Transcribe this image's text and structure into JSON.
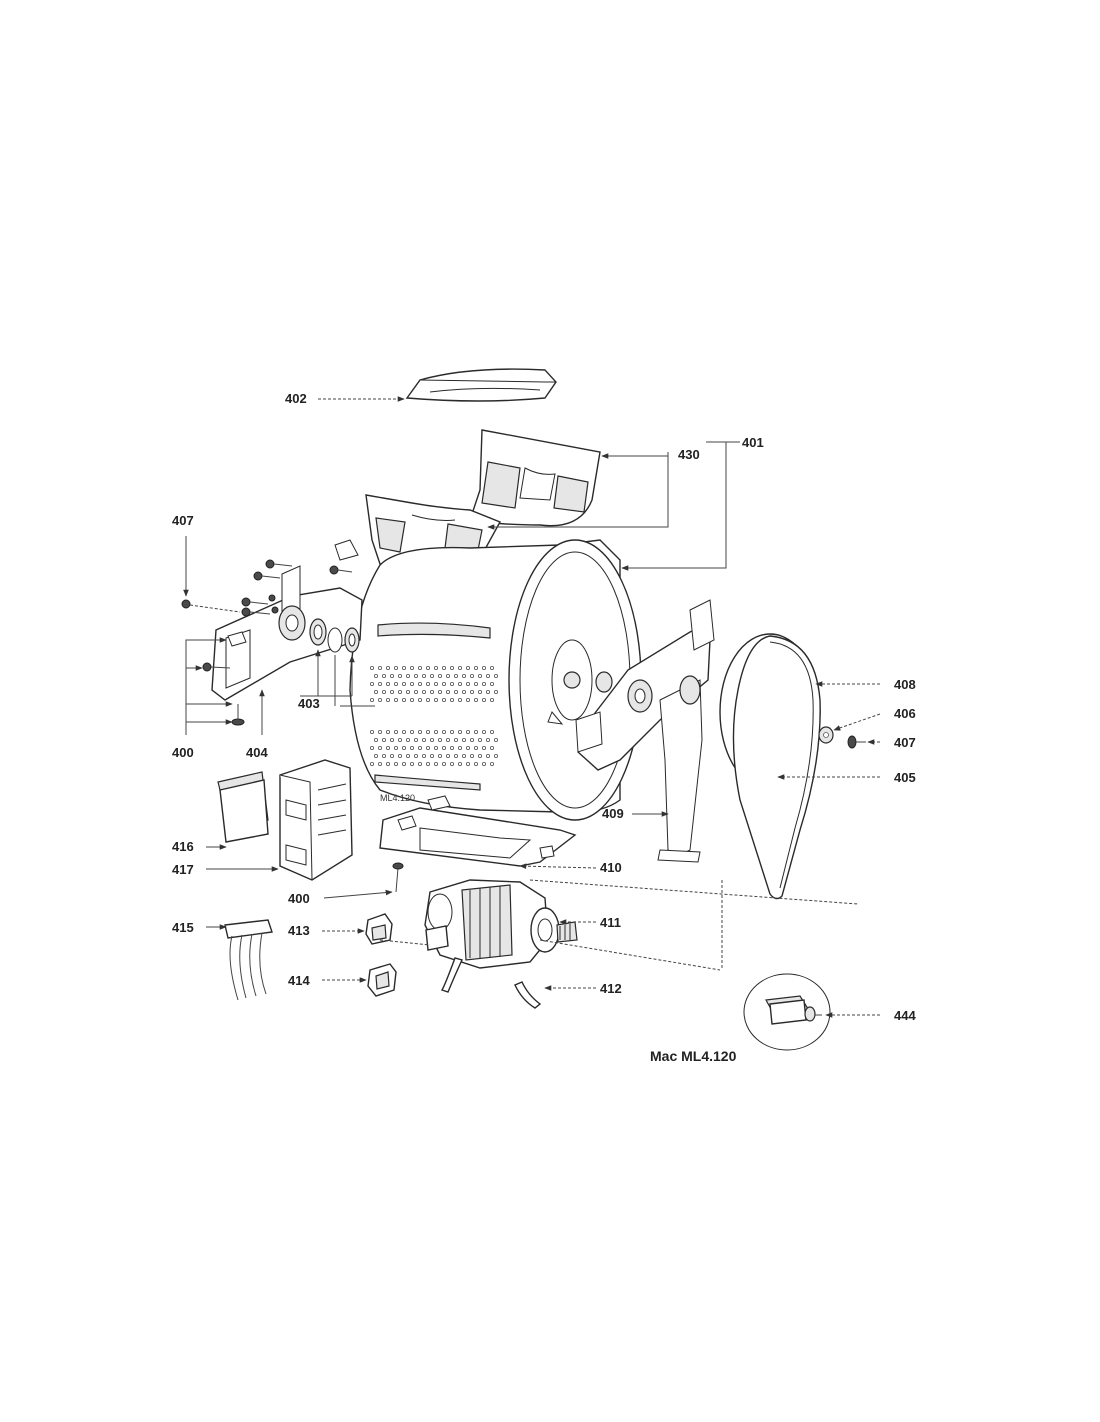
{
  "caption": "Mac ML4.120",
  "drum_marking": "ML4.120",
  "callouts": {
    "c400a": "400",
    "c400b": "400",
    "c401": "401",
    "c402": "402",
    "c403": "403",
    "c404": "404",
    "c405": "405",
    "c406": "406",
    "c407a": "407",
    "c407b": "407",
    "c408": "408",
    "c409": "409",
    "c410": "410",
    "c411": "411",
    "c412": "412",
    "c413": "413",
    "c414": "414",
    "c415": "415",
    "c416": "416",
    "c417": "417",
    "c430": "430",
    "c444": "444"
  }
}
